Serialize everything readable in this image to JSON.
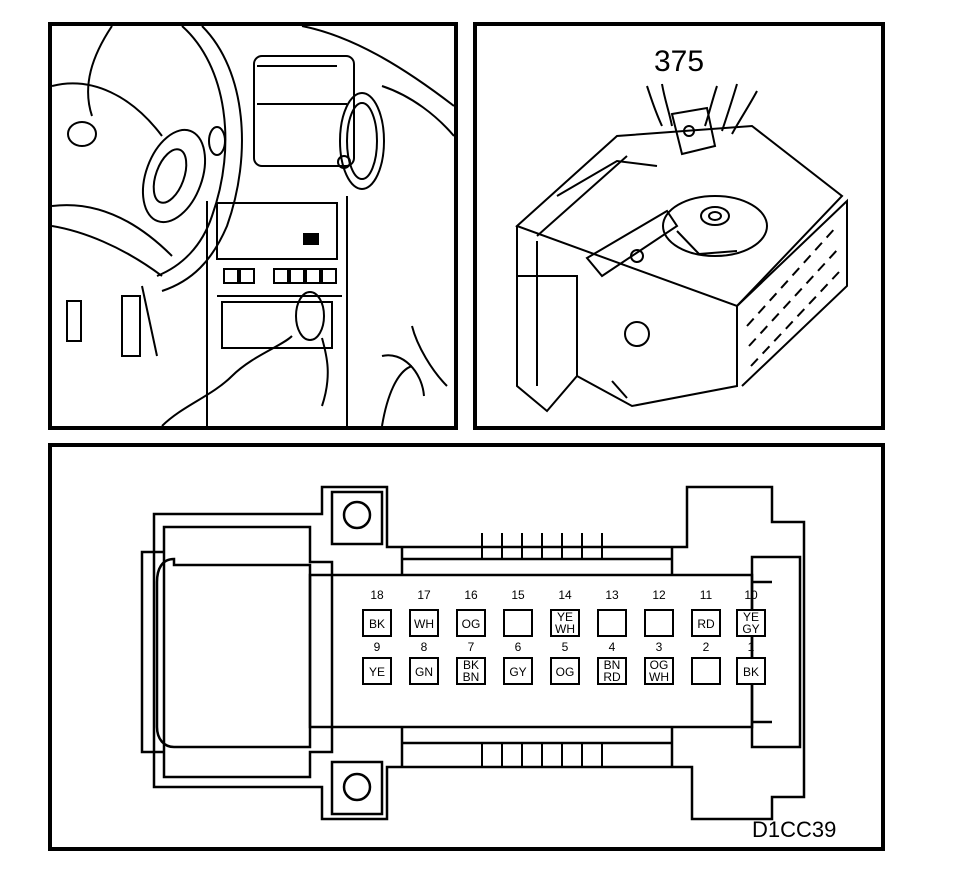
{
  "connector_callout": "375",
  "drawing_code": "D1CC39",
  "pins": {
    "top_row": [
      {
        "num": "18",
        "color": [
          "BK"
        ]
      },
      {
        "num": "17",
        "color": [
          "WH"
        ]
      },
      {
        "num": "16",
        "color": [
          "OG"
        ]
      },
      {
        "num": "15",
        "color": []
      },
      {
        "num": "14",
        "color": [
          "YE",
          "WH"
        ]
      },
      {
        "num": "13",
        "color": []
      },
      {
        "num": "12",
        "color": []
      },
      {
        "num": "11",
        "color": [
          "RD"
        ]
      },
      {
        "num": "10",
        "color": [
          "YE",
          "GY"
        ]
      }
    ],
    "bottom_row": [
      {
        "num": "9",
        "color": [
          "YE"
        ]
      },
      {
        "num": "8",
        "color": [
          "GN"
        ]
      },
      {
        "num": "7",
        "color": [
          "BK",
          "BN"
        ]
      },
      {
        "num": "6",
        "color": [
          "GY"
        ]
      },
      {
        "num": "5",
        "color": [
          "OG"
        ]
      },
      {
        "num": "4",
        "color": [
          "BN",
          "RD"
        ]
      },
      {
        "num": "3",
        "color": [
          "OG",
          "WH"
        ]
      },
      {
        "num": "2",
        "color": []
      },
      {
        "num": "1",
        "color": [
          "BK"
        ]
      }
    ]
  }
}
